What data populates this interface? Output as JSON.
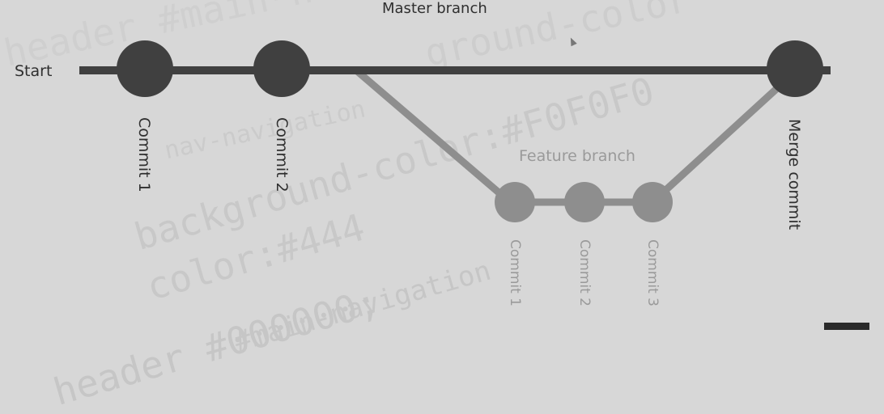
{
  "master_branch_label": "Master branch",
  "feature_branch_label": "Feature branch",
  "start_label": "Start",
  "master_commits": [
    {
      "label": "Commit 1"
    },
    {
      "label": "Commit 2"
    }
  ],
  "feature_commits": [
    {
      "label": "Commit 1"
    },
    {
      "label": "Commit 2"
    },
    {
      "label": "Commit 3"
    }
  ],
  "merge_commit_label": "Merge commit",
  "background_code_lines": [
    "header #main-na",
    "ground-color",
    "nav-navigation",
    "background-color:#F0F0F0",
    "color:#444",
    "#main-navigation",
    "header #000000;"
  ],
  "colors": {
    "master": "#404040",
    "feature": "#8e8e8e",
    "background": "#d7d7d7",
    "code_text": "#c9c9c9"
  }
}
